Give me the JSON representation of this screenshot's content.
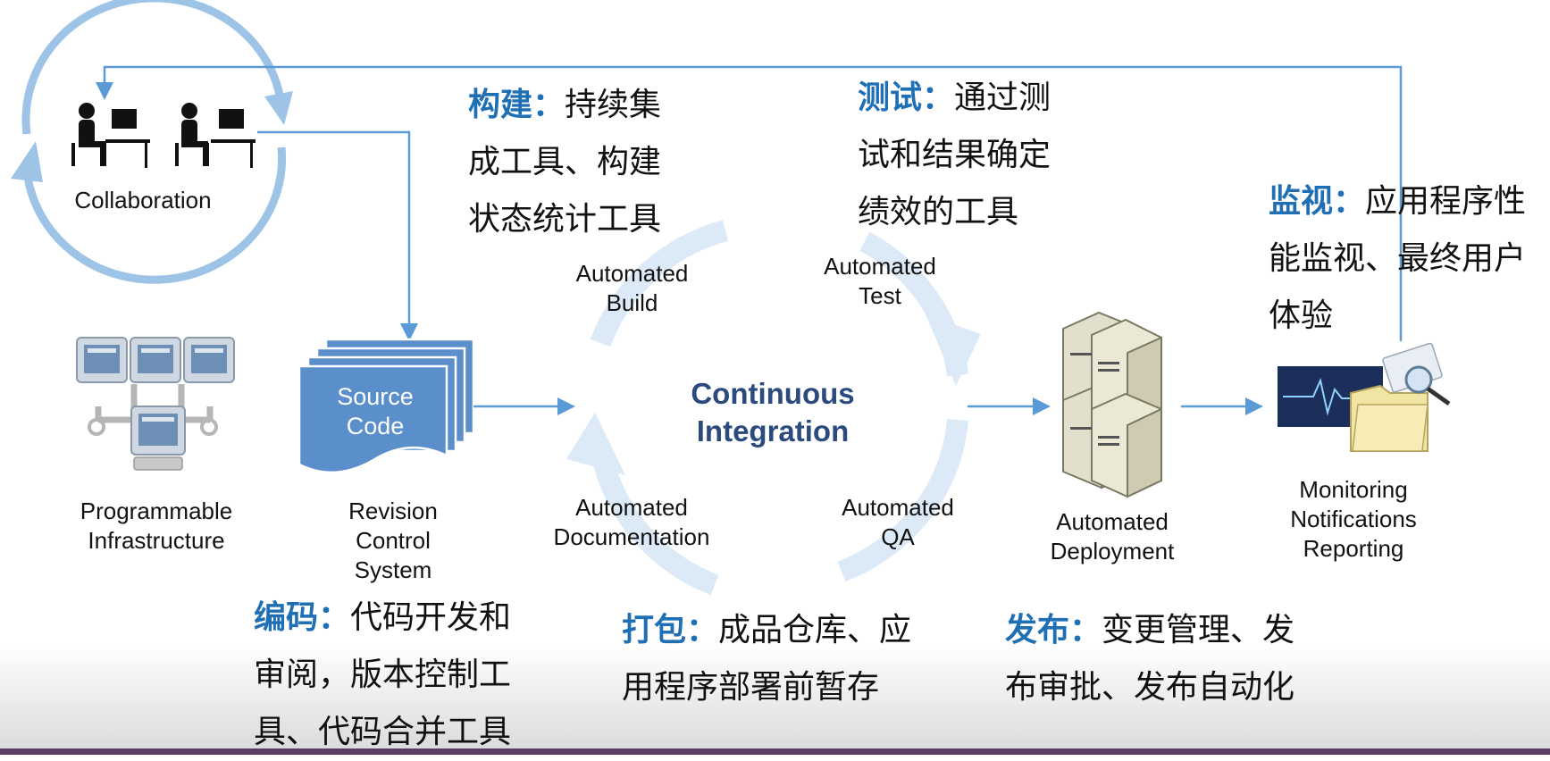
{
  "nodes": {
    "collaboration": "Collaboration",
    "programmable_infrastructure": "Programmable\nInfrastructure",
    "source_code": "Source\nCode",
    "revision_control": "Revision\nControl\nSystem",
    "automated_build": "Automated\nBuild",
    "automated_test": "Automated\nTest",
    "continuous_integration": "Continuous\nIntegration",
    "automated_documentation": "Automated\nDocumentation",
    "automated_qa": "Automated\nQA",
    "automated_deployment": "Automated\nDeployment",
    "monitoring": "Monitoring\nNotifications\nReporting"
  },
  "annotations": {
    "build": {
      "head": "构建",
      "colon": "：",
      "lines": [
        "持续集",
        "成工具、构建",
        "状态统计工具"
      ]
    },
    "test": {
      "head": "测试",
      "colon": "：",
      "lines": [
        "通过测",
        "试和结果确定",
        "绩效的工具"
      ]
    },
    "monitor": {
      "head": "监视",
      "colon": "：",
      "lines": [
        "应用程序性",
        "能监视、最终用户",
        "体验"
      ]
    },
    "code": {
      "head": "编码",
      "colon": "：",
      "lines": [
        "代码开发和",
        "审阅，版本控制工",
        "具、代码合并工具"
      ]
    },
    "package": {
      "head": "打包",
      "colon": "：",
      "lines": [
        "成品仓库、应",
        "用程序部署前暂存"
      ]
    },
    "release": {
      "head": "发布",
      "colon": "：",
      "lines": [
        "变更管理、发",
        "布审批、发布自动化"
      ]
    }
  },
  "icons": [
    "people-at-computers-icon",
    "networked-computers-icon",
    "document-stack-icon",
    "server-tower-icon",
    "monitoring-folder-icon"
  ],
  "colors": {
    "accent_blue": "#1f6fb5",
    "arrow_blue": "#5b9bd5",
    "light_circle": "#9dc3e6",
    "ci_ring": "#dce9f6",
    "source_box": "#5b8fcb"
  }
}
